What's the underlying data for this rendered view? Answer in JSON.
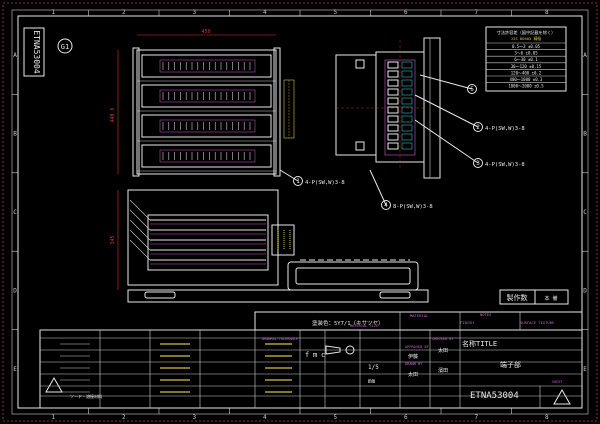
{
  "drawing": {
    "vertical_id": "ETNA53004",
    "rev_circle": "G1",
    "grid_columns": [
      "1",
      "2",
      "3",
      "4",
      "5",
      "6",
      "7",
      "8"
    ],
    "grid_rows": [
      "A",
      "B",
      "C",
      "D",
      "E"
    ],
    "dim_top_width": "450",
    "dim_front_height": "440.6",
    "dim_plan_depth": "345"
  },
  "callouts": [
    {
      "num": "1",
      "label": "4-P(SW,W)3-8"
    },
    {
      "num": "2",
      "label": "4-P(SW,W)3-8"
    },
    {
      "num": "3",
      "label": "4-P(SW,W)3-8"
    },
    {
      "num": "4",
      "label": "8-P(SW,W)3-8"
    },
    {
      "num": "5",
      "label": ""
    }
  ],
  "tolerance_table": {
    "title": "寸法許容差（図中記載を除く）",
    "subtitle": "JIS B0405 精級",
    "rows": [
      "0.5～3 ±0.05",
      "3～6 ±0.05",
      "6～30 ±0.1",
      "30～120 ±0.15",
      "120～400 ±0.2",
      "400～1000 ±0.3",
      "1000～2000 ±0.5"
    ]
  },
  "notes": {
    "paint": "塗装色：5Y7/1（キサツヤ）",
    "work": "製作数",
    "work_value": "本 備"
  },
  "title_block": {
    "title_label": "名称TITLE",
    "title_value": "端子部",
    "dwg_no": "ETNA53004",
    "approved": "APPROVED BY",
    "approved_name": "伊藤",
    "checked": "CHECKED BY",
    "checked_name": "太田",
    "drawn": "DRAWN BY",
    "drawn_name": "太田",
    "designed_name": "濱田",
    "material": "MATERIAL",
    "finish": "FINISH",
    "surface": "SURFACE TEXTURE",
    "scale": "1/5",
    "unit": "mm",
    "sheet": "SHEET",
    "notes_label": "NOTES",
    "material_size": "MATERIAL SIZE",
    "general_tol": "GENERAL TOLERANCE",
    "tol_grades": [
      "f",
      "m",
      "c"
    ],
    "company": "ソード・溶接材料"
  }
}
